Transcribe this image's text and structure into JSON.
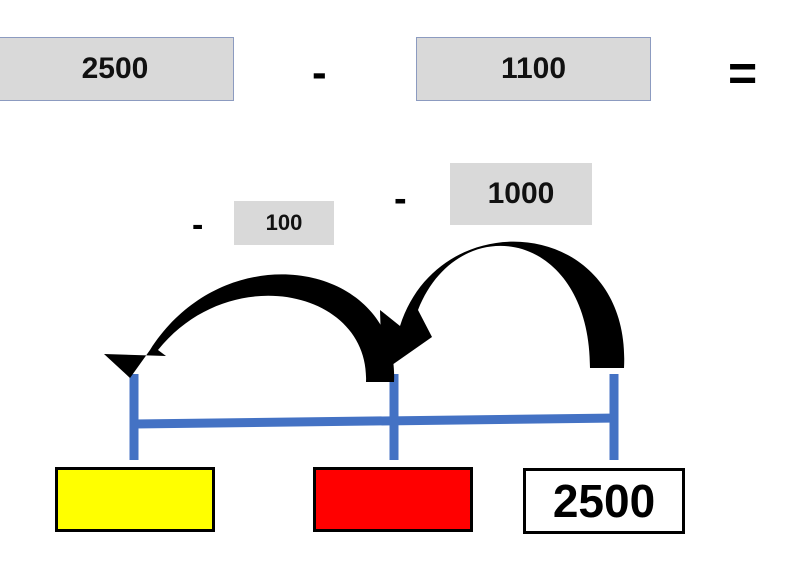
{
  "equation": {
    "minuend": "2500",
    "minus": "-",
    "subtrahend": "1100",
    "equals": "="
  },
  "jumps": [
    {
      "operator": "-",
      "amount": "100"
    },
    {
      "operator": "-",
      "amount": "1000"
    }
  ],
  "number_line": {
    "boxes": [
      {
        "value": "",
        "fill": "#ffff00"
      },
      {
        "value": "",
        "fill": "#ff0000"
      },
      {
        "value": "2500",
        "fill": "#ffffff"
      }
    ],
    "line_color": "#4472c4",
    "arrow_color": "#000000"
  }
}
